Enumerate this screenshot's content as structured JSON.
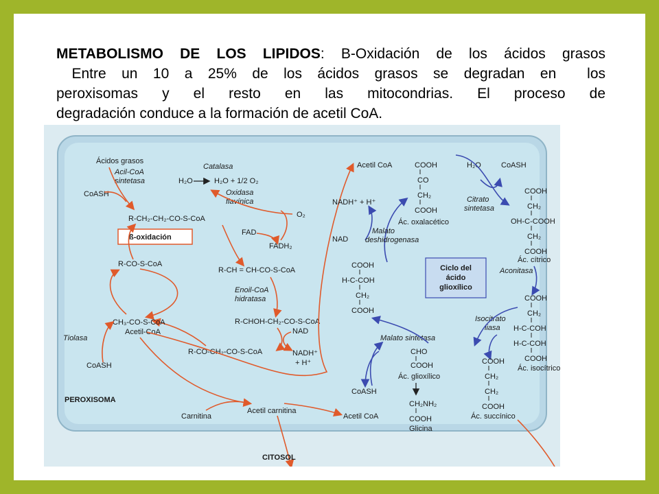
{
  "heading": {
    "title_bold": "METABOLISMO DE LOS LIPIDOS",
    "title_rest": ": B-Oxidación de los ácidos grasos",
    "line2": " Entre un 10 a 25% de los ácidos grasos se degradan en  los",
    "line3": "peroxisomas y el resto en las mitocondrias.  El proceso de",
    "line4": "degradación conduce a la formación de acetil CoA."
  },
  "colors": {
    "border": "#9fb52a",
    "membrane": "#b9d7e6",
    "cell": "#c9e5ef",
    "orange_arrow": "#e05a2b",
    "blue_arrow": "#3b4bb0",
    "box_fill": "#c8dcf0"
  },
  "diagram": {
    "peroxisome": {
      "title": "PEROXISOMA",
      "beta_box": "ß-oxidación",
      "acidos_grasos": "Ácidos grasos",
      "acil_coa_1": "Acil-CoA",
      "acil_coa_2": "sintetasa",
      "coash_top": "CoASH",
      "acyl_coa": "R-CH₂-CH₂-CO-S-CoA",
      "catalasa": "Catalasa",
      "h2o_left": "H₂O",
      "h2o_right": "H₂O + 1/2 O₂",
      "oxidasa_1": "Oxidasa",
      "oxidasa_2": "flavínica",
      "o2": "O₂",
      "fad": "FAD",
      "fadh2": "FADH₂",
      "enoyl": "R-CH = CH-CO-S-CoA",
      "enoil_1": "Enoil-CoA",
      "enoil_2": "hidratasa",
      "hydroxy": "R-CHOH-CH₂-CO-S-CoA",
      "nad": "NAD",
      "nadh_1": "NADH⁺",
      "nadh_2": "+ H⁺",
      "keto": "R-CO-CH₂-CO-S-CoA",
      "rcos": "R-CO-S-CoA",
      "acetyl_formula": "CH₃-CO-S-CoA",
      "acetyl_name": "Acetil-CoA",
      "tiolasa": "Tiolasa",
      "coash_bottom": "CoASH",
      "carnitina": "Carnitina",
      "acetil_carnitina": "Acetil carnitina"
    },
    "glyoxylate": {
      "acetil_coa_top": "Acetil CoA",
      "cooh_1": "COOH",
      "co": "CO",
      "ch2_1": "CH₂",
      "cooh_2": "COOH",
      "oxalacetico": "Ác. oxalacético",
      "h2o": "H₂O",
      "coash_top": "CoASH",
      "nadh": "NADH⁺ + H⁺",
      "nad": "NAD",
      "citrato_1": "Citrato",
      "citrato_2": "sintetasa",
      "malato_deh_1": "Malato",
      "malato_deh_2": "deshidrogenasa",
      "citric_cooh_top": "COOH",
      "citric_ch2_a": "CH₂",
      "citric_mid": "OH-C-COOH",
      "citric_ch2_b": "CH₂",
      "citric_cooh_bot": "COOH",
      "citrico": "Ác. cítrico",
      "box_1": "Ciclo del",
      "box_2": "ácido",
      "box_3": "glioxílico",
      "malate_cooh_top": "COOH",
      "malate_hc": "H-C-COH",
      "malate_ch2": "CH₂",
      "malate_cooh_bot": "COOH",
      "aconitasa": "Aconitasa",
      "iso_cooh_top": "COOH",
      "iso_ch2": "CH₂",
      "iso_hc1": "H-C-COH",
      "iso_hc2": "H-C-COH",
      "iso_cooh_bot": "COOH",
      "isocitrico": "Ác. isocítrico",
      "isocitrato_1": "Isocitrato",
      "isocitrato_2": "liasa",
      "malato_sint": "Malato sintetasa",
      "cho": "CHO",
      "glx_cooh": "COOH",
      "glioxilico": "Ác. glioxílico",
      "coash_bottom": "CoASH",
      "acetil_coa_bottom": "Acetil CoA",
      "gly_ch2nh2": "CH₂NH₂",
      "gly_cooh": "COOH",
      "glicina": "Glicina",
      "succ_cooh_top": "COOH",
      "succ_ch2_a": "CH₂",
      "succ_ch2_b": "CH₂",
      "succ_cooh_bot": "COOH",
      "succinico": "Ác. succínico"
    },
    "citosol": "CITOSOL"
  }
}
